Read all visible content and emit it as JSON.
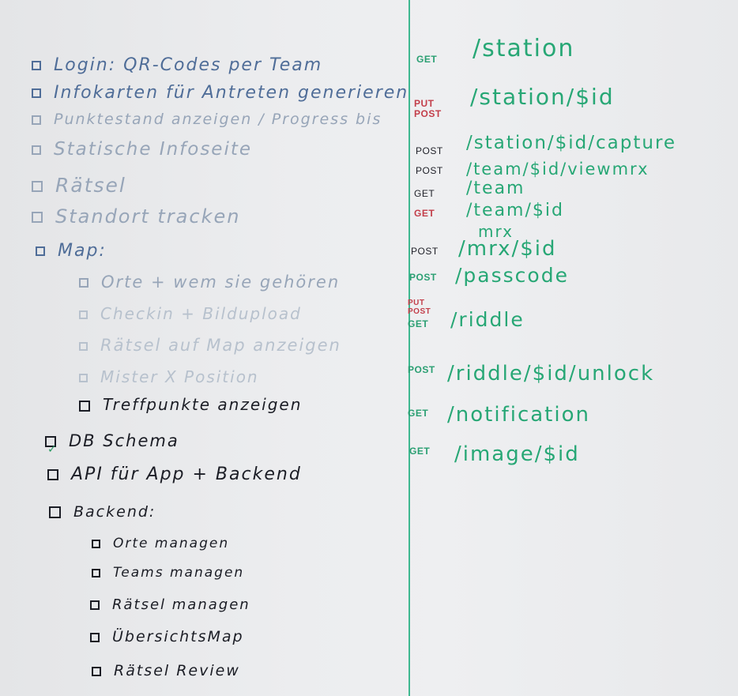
{
  "todo": [
    {
      "text": "Login: QR-Codes per Team",
      "checked": false
    },
    {
      "text": "Infokarten für Antreten generieren",
      "checked": false
    },
    {
      "text": "Punktestand anzeigen / Progress bis",
      "checked": false
    },
    {
      "text": "Statische Infoseite",
      "checked": false
    },
    {
      "text": "Rätsel",
      "checked": false
    },
    {
      "text": "Standort tracken",
      "checked": false
    },
    {
      "text": "Map:",
      "checked": false
    },
    {
      "text": "Orte + wem sie gehören",
      "checked": false
    },
    {
      "text": "Checkin + Bildupload",
      "checked": false
    },
    {
      "text": "Rätsel auf Map anzeigen",
      "checked": false
    },
    {
      "text": "Mister X Position",
      "checked": false
    },
    {
      "text": "Treffpunkte anzeigen",
      "checked": false
    },
    {
      "text": "DB Schema",
      "checked": true
    },
    {
      "text": "API für App + Backend",
      "checked": false
    },
    {
      "text": "Backend:",
      "checked": false
    },
    {
      "text": "Orte managen",
      "checked": false
    },
    {
      "text": "Teams managen",
      "checked": false
    },
    {
      "text": "Rätsel managen",
      "checked": false
    },
    {
      "text": "ÜbersichtsMap",
      "checked": false
    },
    {
      "text": "Rätsel Review",
      "checked": false
    }
  ],
  "endpoints": [
    {
      "verbs": [
        {
          "t": "GET",
          "c": "g"
        }
      ],
      "path": "/station"
    },
    {
      "verbs": [
        {
          "t": "PUT",
          "c": "r"
        },
        {
          "t": "POST",
          "c": "r"
        }
      ],
      "path": "/station/$id"
    },
    {
      "verbs": [
        {
          "t": "POST",
          "c": "k"
        }
      ],
      "path": "/station/$id/capture"
    },
    {
      "verbs": [
        {
          "t": "POST",
          "c": "k"
        }
      ],
      "path": "/team/$id/viewmrx"
    },
    {
      "verbs": [
        {
          "t": "GET",
          "c": "k"
        }
      ],
      "path": "/team"
    },
    {
      "verbs": [
        {
          "t": "GET",
          "c": "r"
        }
      ],
      "path": "/team/$id"
    },
    {
      "verbs": [],
      "path": "mrx"
    },
    {
      "verbs": [
        {
          "t": "POST",
          "c": "k"
        }
      ],
      "path": "/mrx/$id"
    },
    {
      "verbs": [
        {
          "t": "POST",
          "c": "g"
        }
      ],
      "path": "/passcode"
    },
    {
      "verbs": [
        {
          "t": "PUT",
          "c": "r"
        },
        {
          "t": "POST",
          "c": "r"
        },
        {
          "t": "GET",
          "c": "g"
        }
      ],
      "path": "/riddle"
    },
    {
      "verbs": [
        {
          "t": "POST",
          "c": "g"
        }
      ],
      "path": "/riddle/$id/unlock"
    },
    {
      "verbs": [
        {
          "t": "GET",
          "c": "g"
        }
      ],
      "path": "/notification"
    },
    {
      "verbs": [
        {
          "t": "GET",
          "c": "g"
        }
      ],
      "path": "/image/$id"
    }
  ],
  "colors": {
    "marker_blue": "#4f6d98",
    "marker_green": "#27a775",
    "marker_red": "#c33e4a",
    "marker_black": "#1b1d25",
    "board": "#e9eaec"
  }
}
